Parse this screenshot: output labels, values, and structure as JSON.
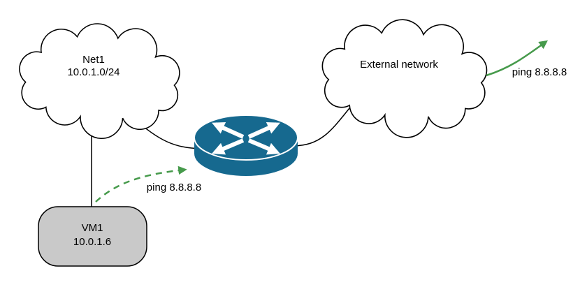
{
  "diagram": {
    "nodes": {
      "net1": {
        "title": "Net1",
        "subnet": "10.0.1.0/24"
      },
      "external": {
        "title": "External network"
      },
      "vm1": {
        "title": "VM1",
        "ip": "10.0.1.6"
      },
      "router": {
        "kind": "router"
      }
    },
    "labels": {
      "ping_internal": "ping 8.8.8.8",
      "ping_external": "ping 8.8.8.8"
    },
    "colors": {
      "arrow_green": "#469a4b",
      "router_blue": "#16698f",
      "router_arrow_white": "#ffffff",
      "vm_fill": "#c9c9c9",
      "line_black": "#000000",
      "cloud_fill": "#ffffff"
    }
  }
}
